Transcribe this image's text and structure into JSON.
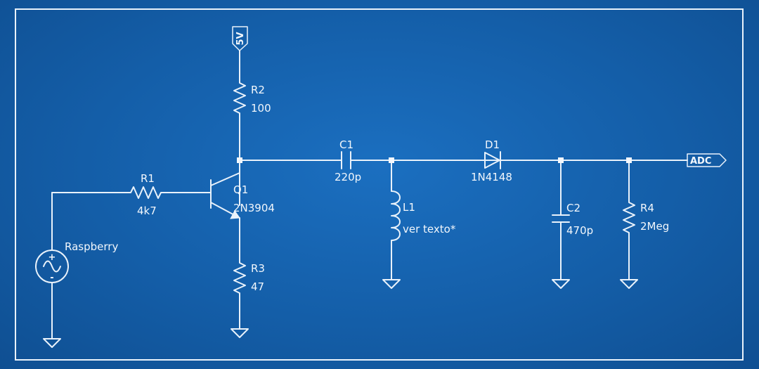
{
  "colors": {
    "background": "#1566b4",
    "ink": "#e9f2fb"
  },
  "power": {
    "label": "5V"
  },
  "output": {
    "label": "ADC"
  },
  "source": {
    "label": "Raspberry",
    "polarity_plus": "+",
    "polarity_minus": "-"
  },
  "components": {
    "r1": {
      "ref": "R1",
      "value": "4k7"
    },
    "r2": {
      "ref": "R2",
      "value": "100"
    },
    "r3": {
      "ref": "R3",
      "value": "47"
    },
    "r4": {
      "ref": "R4",
      "value": "2Meg"
    },
    "q1": {
      "ref": "Q1",
      "value": "2N3904"
    },
    "c1": {
      "ref": "C1",
      "value": "220p"
    },
    "c2": {
      "ref": "C2",
      "value": "470p"
    },
    "l1": {
      "ref": "L1",
      "value": "ver texto*"
    },
    "d1": {
      "ref": "D1",
      "value": "1N4148"
    }
  }
}
